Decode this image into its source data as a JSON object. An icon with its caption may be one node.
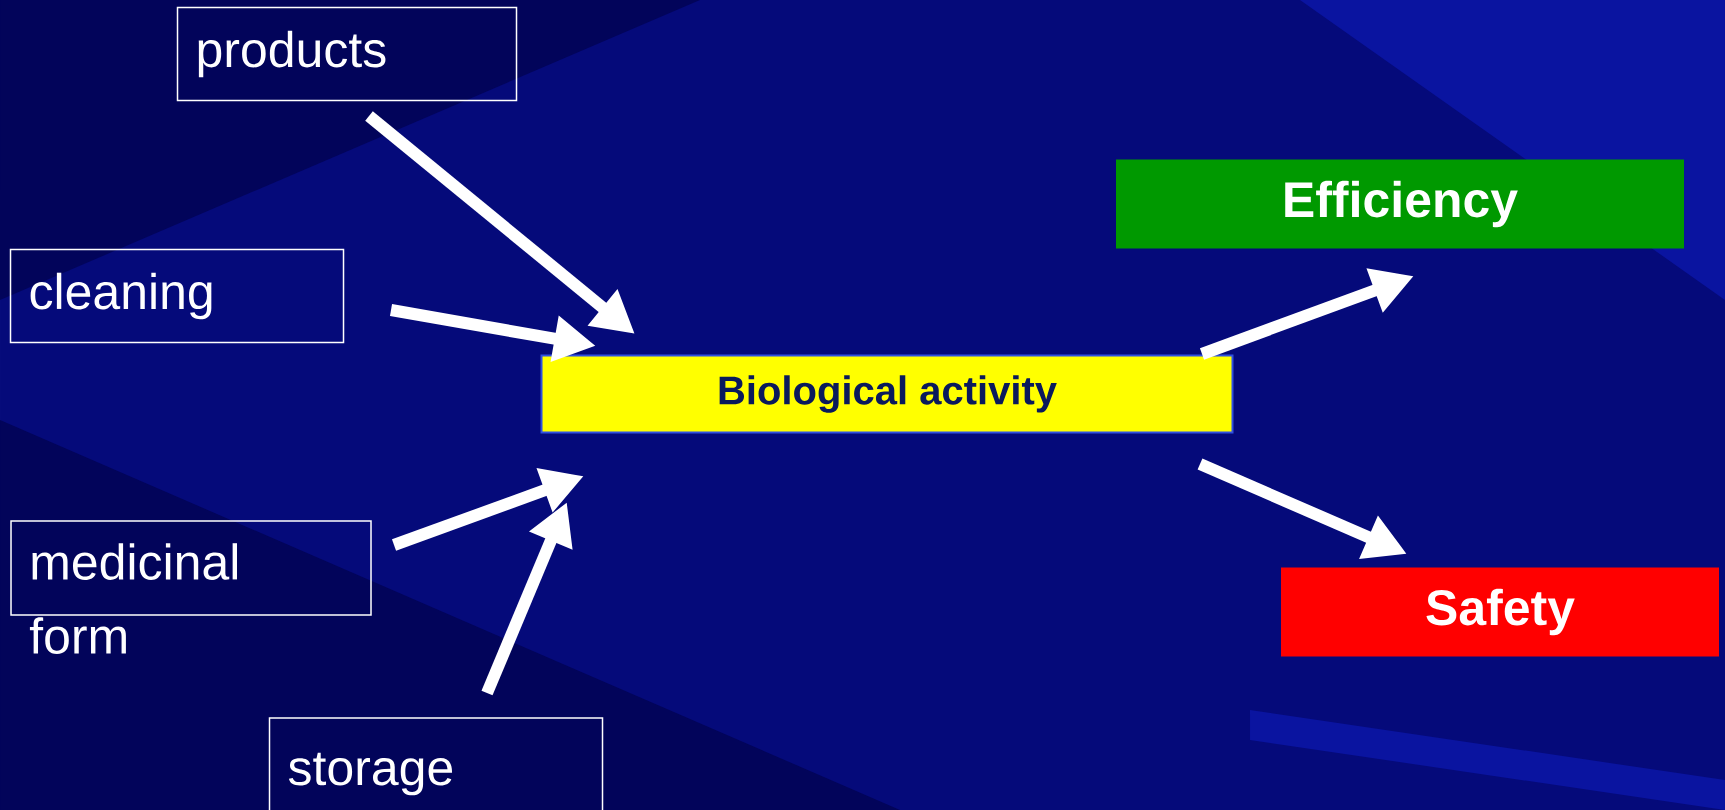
{
  "diagram": {
    "nodes": [
      {
        "text": [
          "products"
        ]
      },
      {
        "text": [
          "cleaning"
        ]
      },
      {
        "text": [
          "medicinal form"
        ]
      },
      {
        "text": [
          "storage"
        ]
      },
      {
        "text": [
          "Biological activity"
        ]
      },
      {
        "text": [
          "Efficiency"
        ]
      },
      {
        "text": [
          "Safety"
        ]
      }
    ],
    "edges": [
      {
        "from": 0,
        "to": 4,
        "arrow": "to"
      },
      {
        "from": 1,
        "to": 4,
        "arrow": "to"
      },
      {
        "from": 2,
        "to": 4,
        "arrow": "to"
      },
      {
        "from": 3,
        "to": 4,
        "arrow": "to"
      },
      {
        "from": 4,
        "to": 5,
        "arrow": "to"
      },
      {
        "from": 4,
        "to": 6,
        "arrow": "to"
      }
    ]
  }
}
